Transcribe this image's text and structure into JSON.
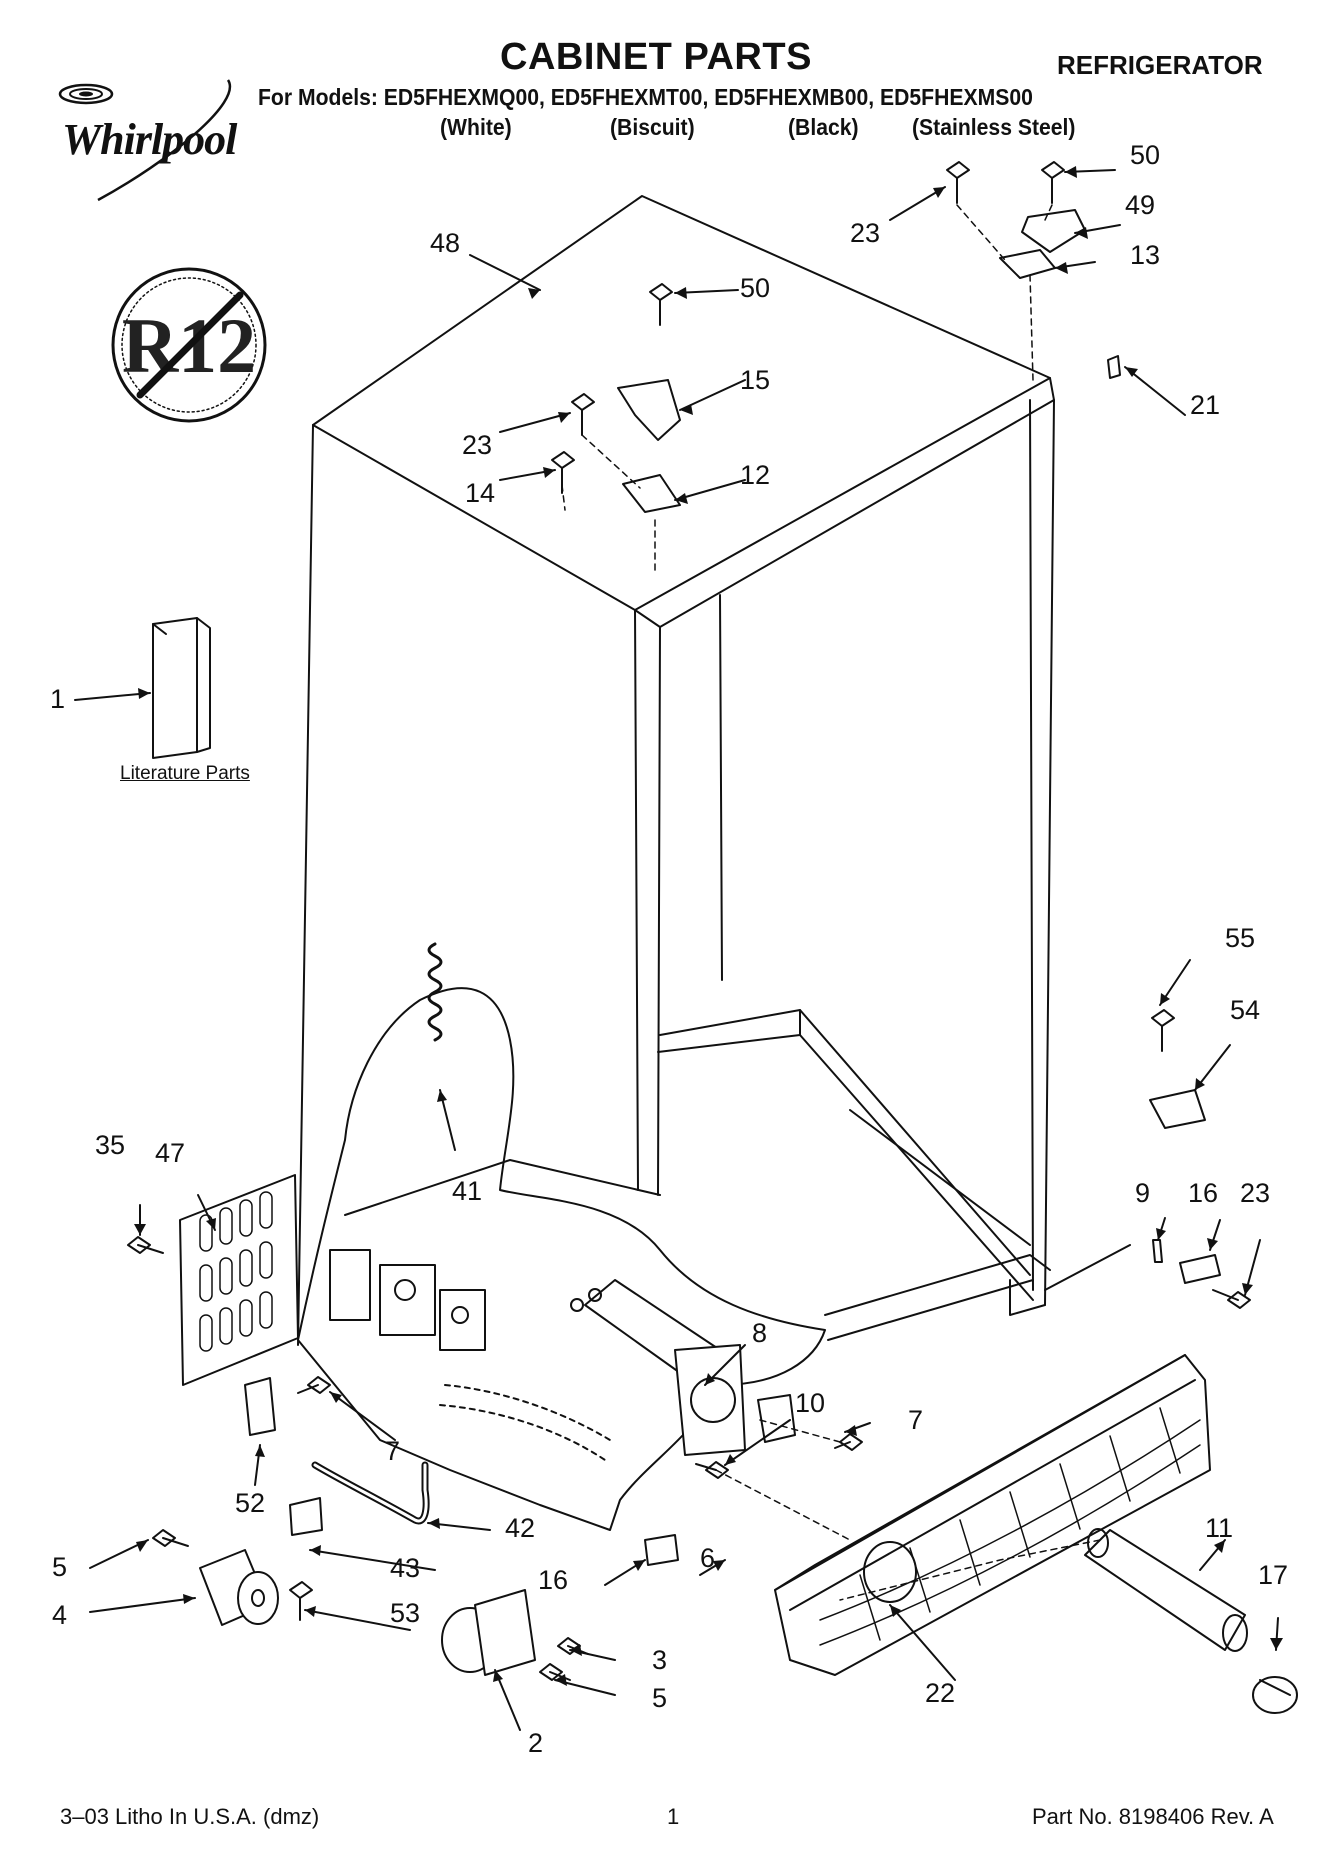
{
  "header": {
    "title": "CABINET PARTS",
    "category": "REFRIGERATOR",
    "models_line": "For Models: ED5FHEXMQ00, ED5FHEXMT00, ED5FHEXMB00, ED5FHEXMS00",
    "variants": [
      "(White)",
      "(Biscuit)",
      "(Black)",
      "(Stainless Steel)"
    ]
  },
  "brand": {
    "name": "Whirlpool",
    "logo_icon": "whirlpool-swirl-logo"
  },
  "badge": {
    "text": "R12",
    "icon": "no-r12-symbol"
  },
  "literature_label": "Literature Parts",
  "callouts": [
    {
      "id": "c1",
      "text": "1"
    },
    {
      "id": "c2",
      "text": "2"
    },
    {
      "id": "c3",
      "text": "3"
    },
    {
      "id": "c4",
      "text": "4"
    },
    {
      "id": "c5a",
      "text": "5"
    },
    {
      "id": "c5b",
      "text": "5"
    },
    {
      "id": "c6",
      "text": "6"
    },
    {
      "id": "c7a",
      "text": "7"
    },
    {
      "id": "c7b",
      "text": "7"
    },
    {
      "id": "c8",
      "text": "8"
    },
    {
      "id": "c9",
      "text": "9"
    },
    {
      "id": "c10",
      "text": "10"
    },
    {
      "id": "c11",
      "text": "11"
    },
    {
      "id": "c12",
      "text": "12"
    },
    {
      "id": "c13",
      "text": "13"
    },
    {
      "id": "c14",
      "text": "14"
    },
    {
      "id": "c15",
      "text": "15"
    },
    {
      "id": "c16a",
      "text": "16"
    },
    {
      "id": "c16b",
      "text": "16"
    },
    {
      "id": "c17",
      "text": "17"
    },
    {
      "id": "c21",
      "text": "21"
    },
    {
      "id": "c22",
      "text": "22"
    },
    {
      "id": "c23a",
      "text": "23"
    },
    {
      "id": "c23b",
      "text": "23"
    },
    {
      "id": "c23c",
      "text": "23"
    },
    {
      "id": "c35",
      "text": "35"
    },
    {
      "id": "c41",
      "text": "41"
    },
    {
      "id": "c42",
      "text": "42"
    },
    {
      "id": "c43",
      "text": "43"
    },
    {
      "id": "c47",
      "text": "47"
    },
    {
      "id": "c48",
      "text": "48"
    },
    {
      "id": "c49",
      "text": "49"
    },
    {
      "id": "c50a",
      "text": "50"
    },
    {
      "id": "c50b",
      "text": "50"
    },
    {
      "id": "c52",
      "text": "52"
    },
    {
      "id": "c53",
      "text": "53"
    },
    {
      "id": "c54",
      "text": "54"
    },
    {
      "id": "c55",
      "text": "55"
    }
  ],
  "footer": {
    "left": "3–03 Litho In U.S.A. (dmz)",
    "center": "1",
    "right": "Part No. 8198406 Rev. A"
  }
}
